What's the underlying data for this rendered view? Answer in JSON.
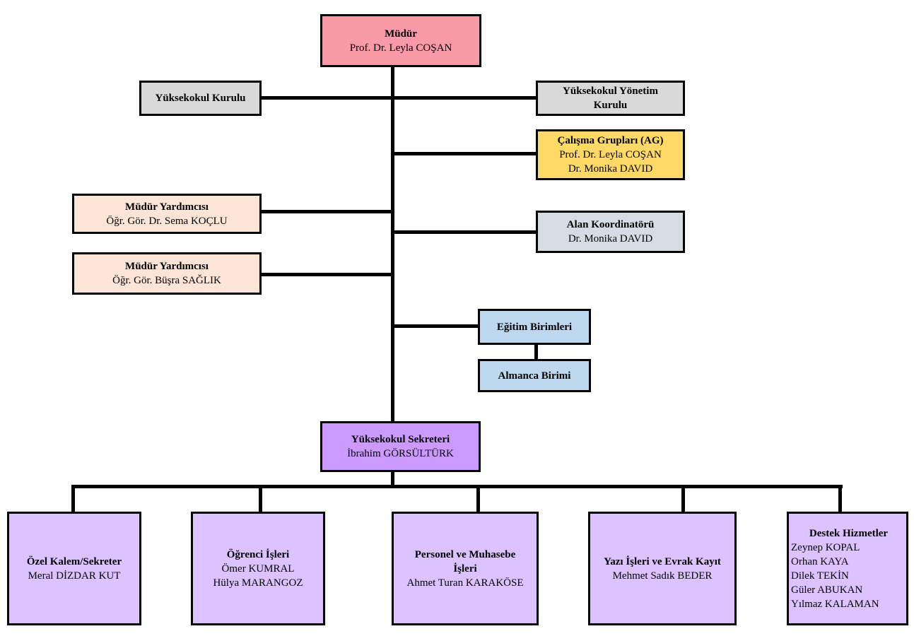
{
  "mudur": {
    "title": "Müdür",
    "name": "Prof. Dr. Leyla COŞAN"
  },
  "yuksekokul_kurulu": {
    "title": "Yüksekokul Kurulu"
  },
  "yonetim_kurulu": {
    "title": "Yüksekokul Yönetim Kurulu"
  },
  "calisma_gruplari": {
    "title": "Çalışma Grupları (AG)",
    "names": [
      "Prof. Dr. Leyla COŞAN",
      "Dr. Monika DAVID"
    ]
  },
  "mudur_yardimcisi_1": {
    "title": "Müdür Yardımcısı",
    "name": "Öğr. Gör. Dr. Sema KOÇLU"
  },
  "mudur_yardimcisi_2": {
    "title": "Müdür Yardımcısı",
    "name": "Öğr. Gör. Büşra SAĞLIK"
  },
  "alan_koordinatoru": {
    "title": "Alan Koordinatörü",
    "name": "Dr. Monika DAVID"
  },
  "egitim_birimleri": {
    "title": "Eğitim Birimleri"
  },
  "almanca_birimi": {
    "title": "Almanca Birimi"
  },
  "sekreter": {
    "title": "Yüksekokul Sekreteri",
    "name": "İbrahim GÖRSÜLTÜRK"
  },
  "ozel_kalem": {
    "title": "Özel Kalem/Sekreter",
    "name": "Meral DİZDAR KUT"
  },
  "ogrenci_isleri": {
    "title": "Öğrenci İşleri",
    "names": [
      "Ömer KUMRAL",
      "Hülya MARANGOZ"
    ]
  },
  "personel": {
    "title": "Personel ve Muhasebe İşleri",
    "name": "Ahmet Turan KARAKÖSE"
  },
  "yazi_isleri": {
    "title": "Yazı İşleri ve Evrak Kayıt",
    "name": "Mehmet Sadık BEDER"
  },
  "destek": {
    "title": "Destek Hizmetler",
    "names": [
      "Zeynep KOPAL",
      "Orhan KAYA",
      "Dilek TEKİN",
      "Güler ABUKAN",
      "Yılmaz KALAMAN"
    ]
  },
  "colors": {
    "mudur": "#f99aa8",
    "kurul": "#d9d9d9",
    "calisma": "#ffd966",
    "yardimci": "#fce4d6",
    "koordinator": "#d6dce4",
    "egitim": "#bdd7ee",
    "sekreter": "#cc99ff",
    "birim": "#dcc3ff"
  }
}
